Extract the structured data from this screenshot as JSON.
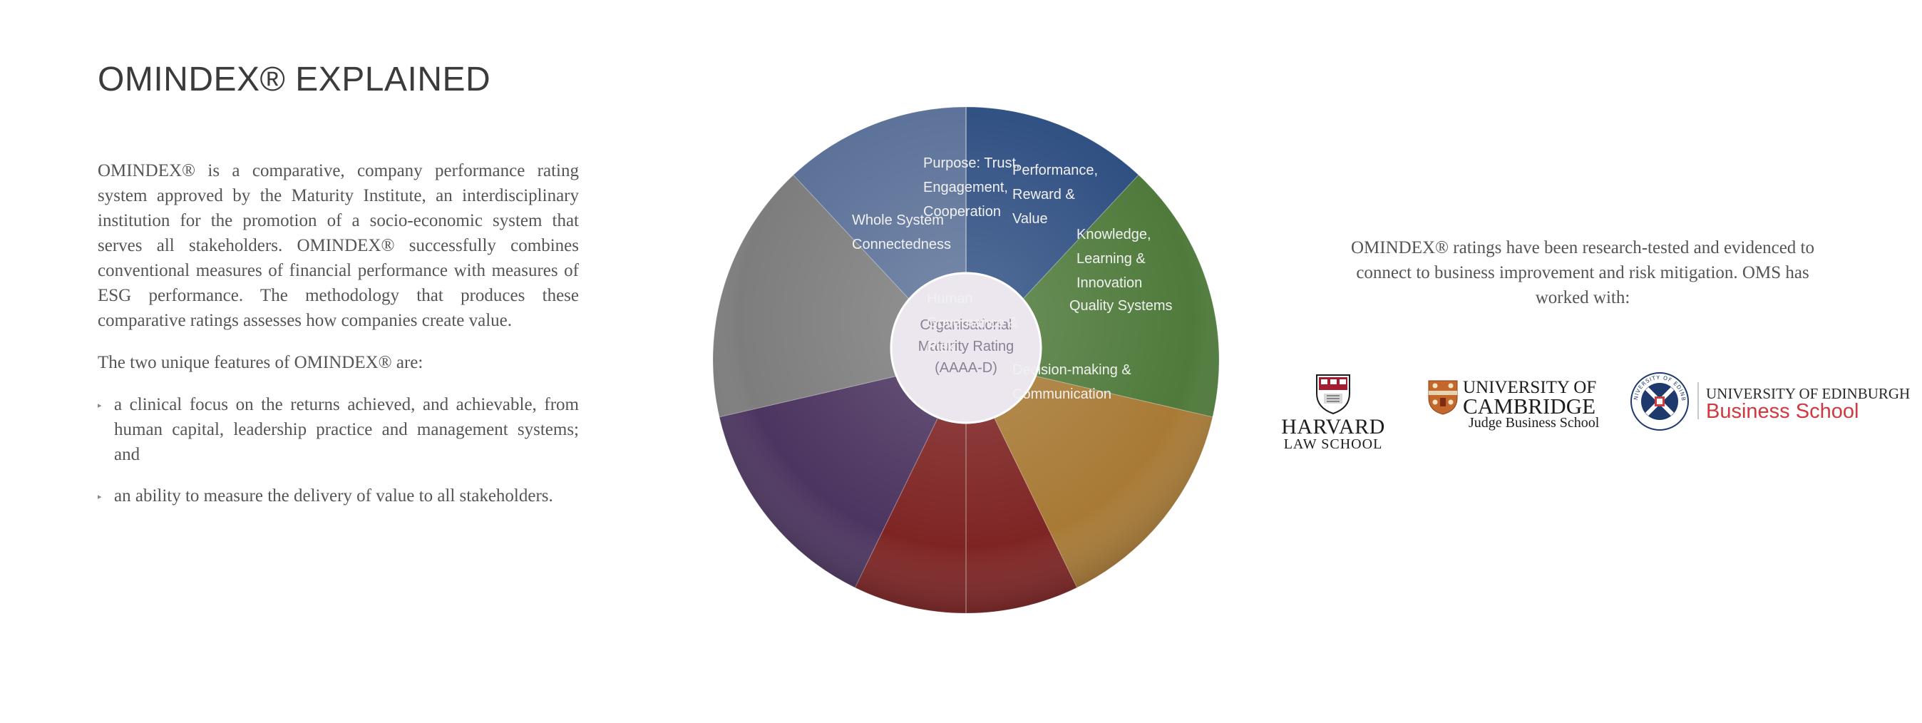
{
  "page": {
    "title": "OMINDEX® EXPLAINED"
  },
  "left_column": {
    "paragraph": "OMINDEX® is a comparative, company performance rating system approved by the Maturity Institute, an interdisciplinary institution for the promotion of a socio-economic system that serves all stakeholders. OMINDEX® successfully combines conventional measures of financial performance with measures of ESG performance. The methodology that produces these comparative ratings assesses how companies create value.",
    "features_intro": "The two unique features of OMINDEX® are:",
    "bullets": [
      "a clinical focus on the returns achieved, and achievable, from human capital, leadership practice and management systems; and",
      "an ability to measure the delivery of value to all stakeholders."
    ]
  },
  "wheel": {
    "center": [
      "Organisational",
      "Maturity Rating",
      "(AAAA-D)"
    ],
    "segments": [
      {
        "lines": [
          "Performance,",
          "Reward &",
          "Value"
        ],
        "color": "#2f4f82"
      },
      {
        "lines": [
          "Knowledge,",
          "Learning &",
          "Innovation"
        ],
        "color": "#4f7a3b"
      },
      {
        "lines": [
          "Quality Systems"
        ],
        "color": "#a87a35"
      },
      {
        "lines": [
          "Decision-making &",
          "Communication"
        ],
        "color": "#7e2524"
      },
      {
        "lines": [
          "Human",
          "Governance &",
          "Risk"
        ],
        "color": "#4c3560"
      },
      {
        "lines": [
          "Whole System",
          "Connectedness"
        ],
        "color": "#7d7d7d"
      },
      {
        "lines": [
          "Purpose: Trust,",
          "Engagement,",
          "Cooperation"
        ],
        "color": "#5b7198"
      }
    ]
  },
  "right_column": {
    "text": "OMINDEX® ratings have been research-tested and evidenced to connect to business improvement and risk mitigation. OMS has worked with:"
  },
  "logos": {
    "harvard": {
      "name": "HARVARD",
      "sub": "LAW SCHOOL"
    },
    "cambridge": {
      "line1": "UNIVERSITY OF",
      "line2": "CAMBRIDGE",
      "line3": "Judge Business School"
    },
    "edinburgh": {
      "line1": "UNIVERSITY OF EDINBURGH",
      "line2": "Business School",
      "seal_text": "THE UNIVERSITY OF EDINBURGH"
    }
  },
  "colors": {
    "center_fill": "#ece6ef",
    "harvard_red": "#a51c30",
    "cambridge_orange": "#c4672c",
    "edinburgh_blue": "#1e3a6d",
    "edinburgh_red": "#d2393f"
  }
}
